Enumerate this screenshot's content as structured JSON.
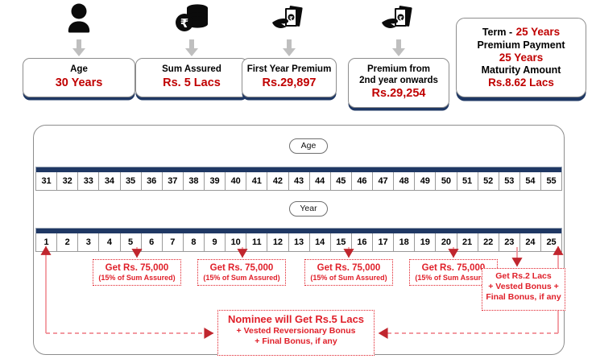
{
  "colors": {
    "navy": "#1f3864",
    "red_value": "#c00000",
    "callout_red": "#e0202a",
    "connector_pink": "#f08b92",
    "card_border": "#8d8d8d",
    "arrow_gray": "#bfbfbf"
  },
  "top_strip": {
    "features": [
      {
        "icon": "person-icon",
        "label": "Age",
        "value": "30 Years"
      },
      {
        "icon": "coin-stack-icon",
        "label": "Sum Assured",
        "value": "Rs. 5 Lacs"
      },
      {
        "icon": "cash-hand-icon",
        "label": "First Year Premium",
        "value": "Rs.29,897"
      },
      {
        "icon": "cash-hand-icon",
        "label": "Premium from\n2nd year onwards",
        "label_line1": "Premium from",
        "label_line2": "2nd year onwards",
        "value": "Rs.29,254"
      }
    ],
    "summary_card": {
      "term_label": "Term  -",
      "term_value": "25 Years",
      "premium_payment_label": "Premium Payment",
      "premium_payment_value": "25 Years",
      "maturity_label": "Maturity Amount",
      "maturity_value": "Rs.8.62 Lacs"
    }
  },
  "timeline": {
    "age_pill": "Age",
    "year_pill": "Year",
    "age_values": [
      31,
      32,
      33,
      34,
      35,
      36,
      37,
      38,
      39,
      40,
      41,
      42,
      43,
      44,
      45,
      46,
      47,
      48,
      49,
      50,
      51,
      52,
      53,
      54,
      55
    ],
    "year_values": [
      1,
      2,
      3,
      4,
      5,
      6,
      7,
      8,
      9,
      10,
      11,
      12,
      13,
      14,
      15,
      16,
      17,
      18,
      19,
      20,
      21,
      22,
      23,
      24,
      25
    ]
  },
  "callouts": {
    "payouts": [
      {
        "main": "Get Rs. 75,000",
        "sub": "(15% of Sum Assured)",
        "at_year": 5
      },
      {
        "main": "Get Rs. 75,000",
        "sub": "(15% of Sum Assured)",
        "at_year": 10
      },
      {
        "main": "Get Rs. 75,000",
        "sub": "(15% of Sum Assured)",
        "at_year": 15
      },
      {
        "main": "Get Rs. 75,000",
        "sub": "(15% of Sum Assured)",
        "at_year": 20
      }
    ],
    "maturity": {
      "line1": "Get Rs.2 Lacs",
      "line2": "+ Vested Bonus +",
      "line3": "Final Bonus, if any",
      "at_year": 23
    },
    "nominee": {
      "line1": "Nominee will Get Rs.5 Lacs",
      "line2": "+ Vested Reversionary Bonus",
      "line3": "+ Final Bonus, if any"
    }
  }
}
